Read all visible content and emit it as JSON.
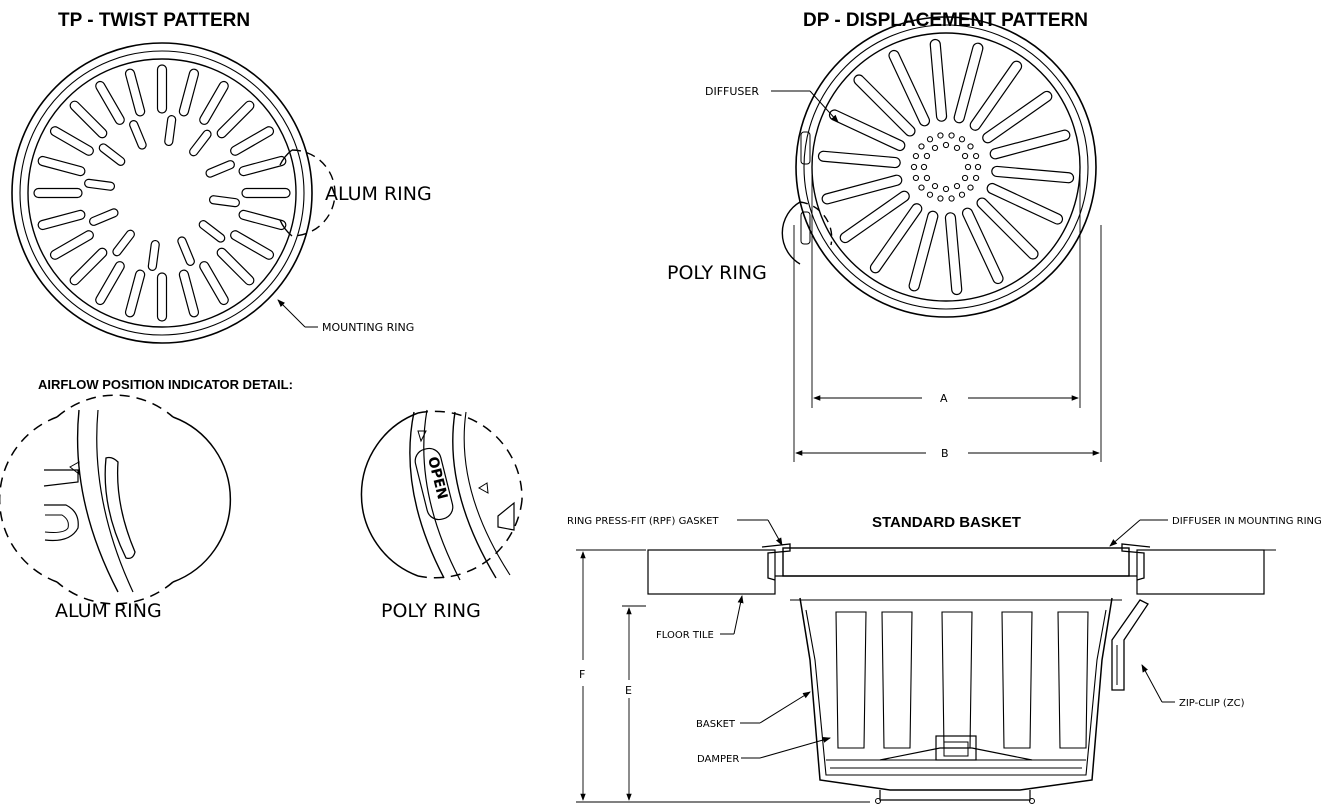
{
  "titles": {
    "tp": "TP - TWIST PATTERN",
    "dp": "DP - DISPLACEMENT PATTERN",
    "airflow": "AIRFLOW POSITION INDICATOR DETAIL:",
    "basket": "STANDARD BASKET"
  },
  "labels": {
    "alum_ring_tp": "ALUM RING",
    "mounting_ring": "MOUNTING RING",
    "diffuser": "DIFFUSER",
    "poly_ring_dp": "POLY RING",
    "dim_a": "A",
    "dim_b": "B",
    "alum_ring_detail": "ALUM RING",
    "poly_ring_detail": "POLY RING",
    "open": "OPEN",
    "rpf_gasket": "RING PRESS-FIT (RPF) GASKET",
    "diffuser_in_ring": "DIFFUSER IN MOUNTING RING",
    "floor_tile": "FLOOR TILE",
    "basket": "BASKET",
    "damper": "DAMPER",
    "zip_clip": "ZIP-CLIP (ZC)",
    "dim_e": "E",
    "dim_f": "F"
  }
}
